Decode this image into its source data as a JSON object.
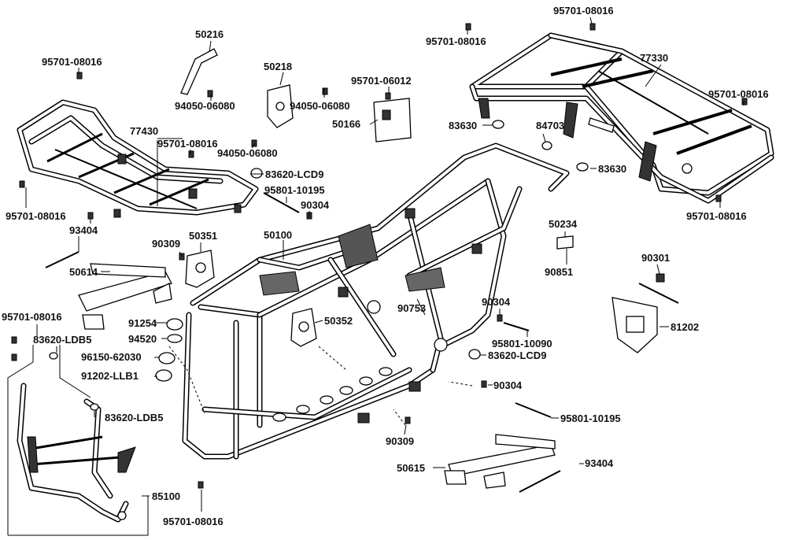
{
  "labels": {
    "p50216": "50216",
    "p95701_08016_a": "95701-08016",
    "p95701_08016_b": "95701-08016",
    "p95701_08016_c": "95701-08016",
    "p95701_08016_d": "95701-08016",
    "p95701_08016_e": "95701-08016",
    "p95701_08016_f": "95701-08016",
    "p95701_08016_g": "95701-08016",
    "p95701_08016_h": "95701-08016",
    "p95701_08016_i": "95701-08016",
    "p77330": "77330",
    "p50218": "50218",
    "p95701_06012": "95701-06012",
    "p94050_06080_a": "94050-06080",
    "p94050_06080_b": "94050-06080",
    "p94050_06080_c": "94050-06080",
    "p50166": "50166",
    "p77430": "77430",
    "p83630_a": "83630",
    "p84703": "84703",
    "p83630_b": "83630",
    "p83620_LCD9_a": "83620-LCD9",
    "p83620_LCD9_b": "83620-LCD9",
    "p95801_10195_a": "95801-10195",
    "p95801_10195_b": "95801-10195",
    "p90304_a": "90304",
    "p90304_b": "90304",
    "p90304_c": "90304",
    "p93404_a": "93404",
    "p93404_b": "93404",
    "p50351": "50351",
    "p50100": "50100",
    "p90309_a": "90309",
    "p90309_b": "90309",
    "p50234": "50234",
    "p50614": "50614",
    "p90851": "90851",
    "p90301": "90301",
    "p90753": "90753",
    "p91254": "91254",
    "p50352": "50352",
    "p94520": "94520",
    "p95801_10090": "95801-10090",
    "p83620_LDB5_a": "83620-LDB5",
    "p83620_LDB5_b": "83620-LDB5",
    "p96150_62030": "96150-62030",
    "p91202_LLB1": "91202-LLB1",
    "p81202": "81202",
    "p50615": "50615",
    "p85100": "85100"
  }
}
